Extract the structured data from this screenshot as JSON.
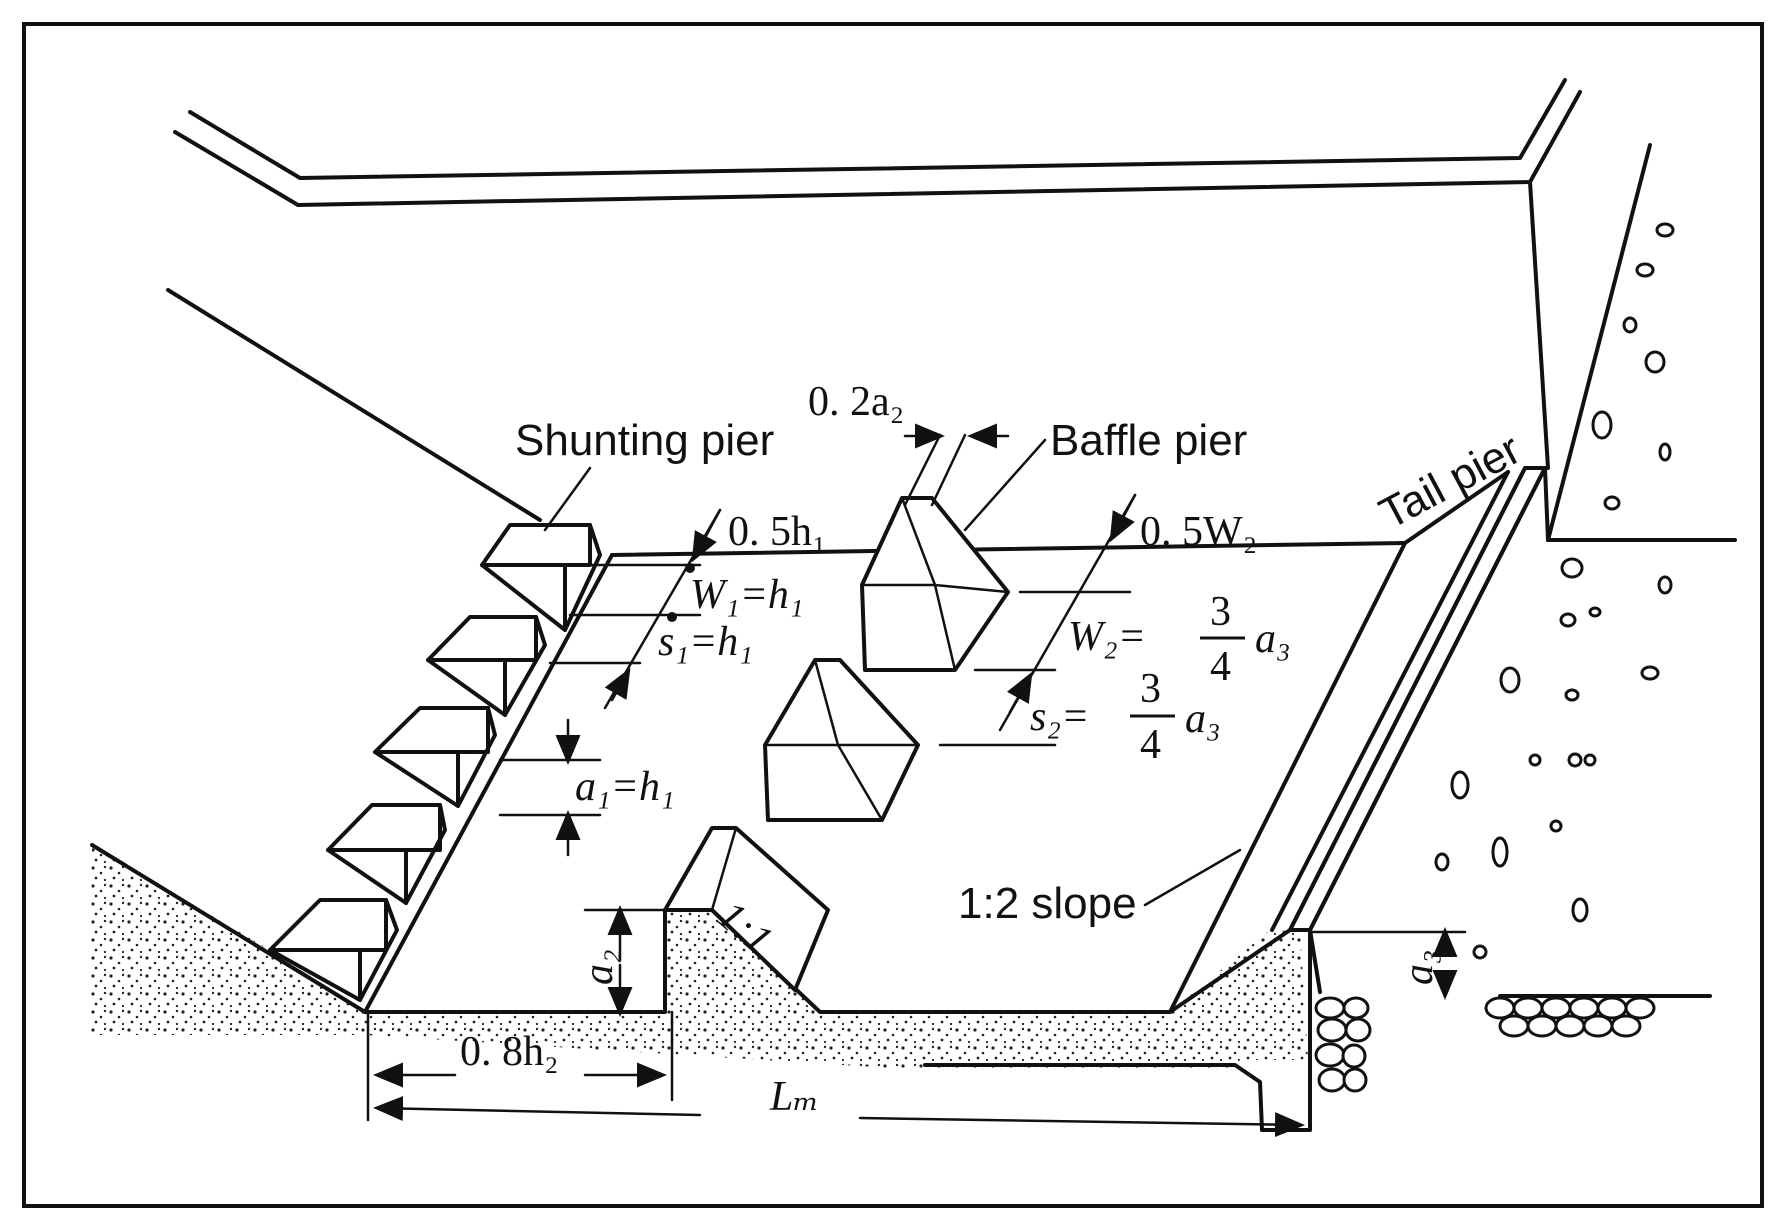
{
  "labels": {
    "shunting_pier": "Shunting pier",
    "baffle_pier": "Baffle pier",
    "tail_pier": "Tail pier",
    "slope_1_2": "1:2 slope",
    "slope_1_1": "1:1"
  },
  "dims": {
    "d_0_2a2": "0. 2a₂",
    "d_0_5h1": "0. 5h₁",
    "d_0_5w2": "0. 5W₂",
    "d_w1": "W₁=h₁",
    "d_s1": "s₁=h₁",
    "d_a1": "a₁=h₁",
    "d_w2": "W₂=",
    "d_s2": "s₂=",
    "frac_num": "3",
    "frac_den": "4",
    "a3_suffix": "a₃",
    "d_a2": "a₂",
    "d_a3": "a₃",
    "d_0_8h2": "0. 8h₂",
    "d_lm": "Lₘ"
  }
}
